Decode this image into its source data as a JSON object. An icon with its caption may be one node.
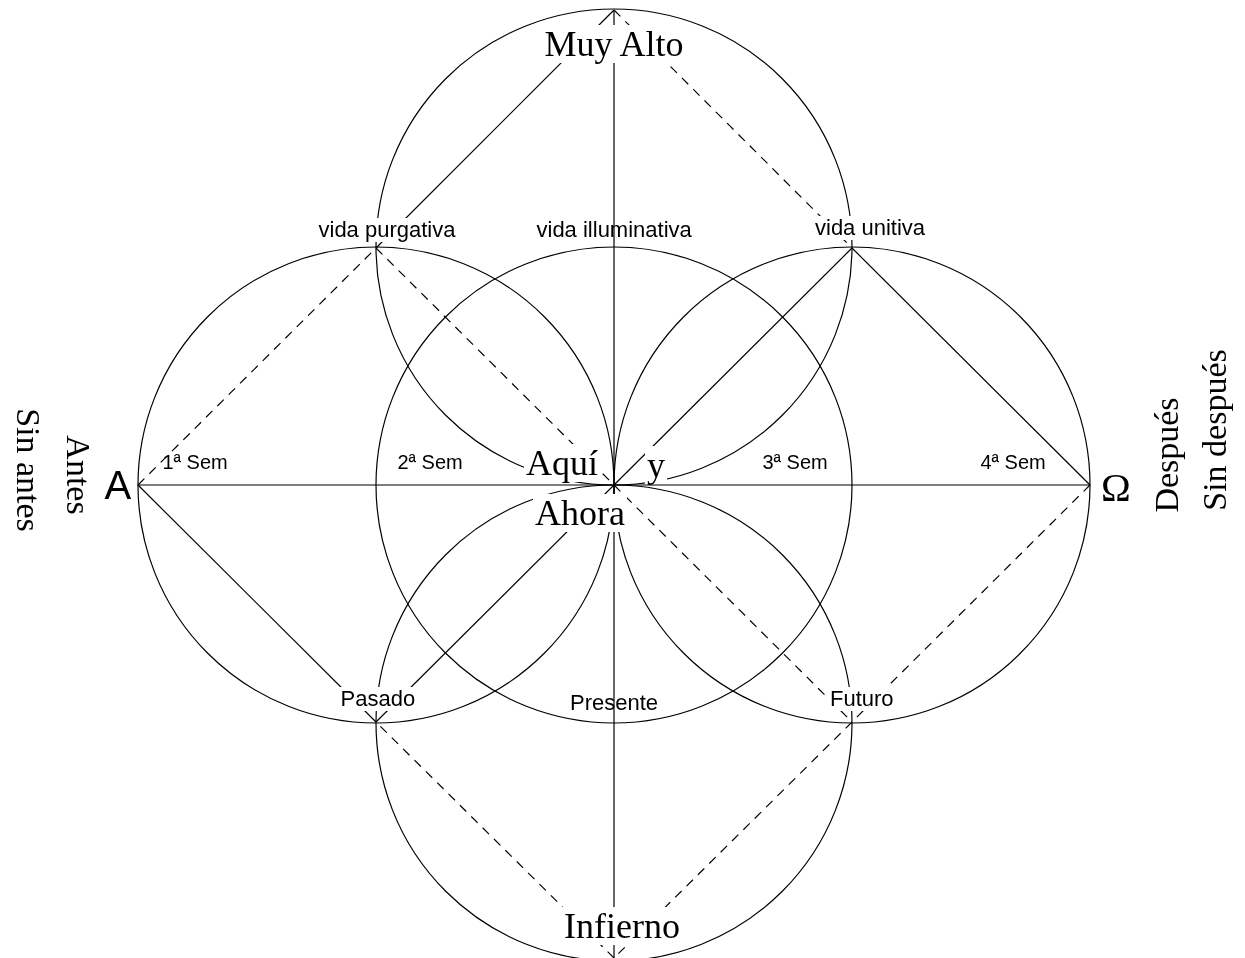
{
  "diagram": {
    "nodes": [
      {
        "text": [
          "A"
        ],
        "beside": [
          "Antes",
          "Sin antes"
        ]
      },
      {
        "text": [
          "vida purgativa"
        ]
      },
      {
        "text": [
          "Muy Alto"
        ]
      },
      {
        "text": [
          "vida unitiva"
        ]
      },
      {
        "text": [
          "Ω"
        ],
        "beside": [
          "Después",
          "Sin después"
        ]
      },
      {
        "text": [
          "Futuro"
        ]
      },
      {
        "text": [
          "Infierno"
        ]
      },
      {
        "text": [
          "Pasado"
        ]
      },
      {
        "text": [
          "Aquí",
          "y",
          "Ahora"
        ]
      }
    ],
    "edges": [
      {
        "from": 0,
        "to": 1,
        "arrow": "none",
        "style": "dashed"
      },
      {
        "from": 1,
        "to": 2,
        "arrow": "none"
      },
      {
        "from": 2,
        "to": 3,
        "arrow": "none",
        "style": "dashed"
      },
      {
        "from": 3,
        "to": 4,
        "arrow": "none"
      },
      {
        "from": 4,
        "to": 5,
        "arrow": "none",
        "style": "dashed"
      },
      {
        "from": 5,
        "to": 6,
        "arrow": "none",
        "style": "dashed"
      },
      {
        "from": 6,
        "to": 7,
        "arrow": "none",
        "style": "dashed"
      },
      {
        "from": 7,
        "to": 0,
        "arrow": "none"
      },
      {
        "from": 1,
        "to": 8,
        "arrow": "none",
        "style": "dashed"
      },
      {
        "from": 8,
        "to": 5,
        "arrow": "none",
        "style": "dashed"
      },
      {
        "from": 7,
        "to": 8,
        "arrow": "none"
      },
      {
        "from": 8,
        "to": 3,
        "arrow": "none"
      },
      {
        "from": 0,
        "to": 8,
        "arrow": "none"
      },
      {
        "from": 8,
        "to": 4,
        "arrow": "none"
      },
      {
        "from": 2,
        "to": 8,
        "arrow": "none"
      },
      {
        "from": 8,
        "to": 6,
        "arrow": "none"
      }
    ],
    "labels": [
      "vida illuminativa",
      "1ª Sem",
      "2ª Sem",
      "3ª Sem",
      "4ª Sem",
      "Presente"
    ]
  }
}
